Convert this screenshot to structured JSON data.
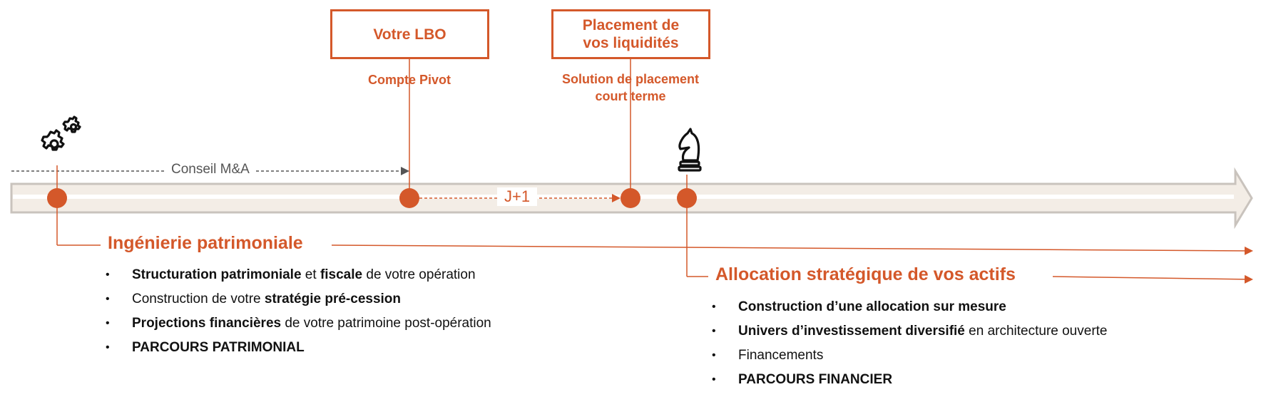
{
  "boxes": {
    "lbo": {
      "title": "Votre LBO",
      "subtitle": "Compte Pivot"
    },
    "placement": {
      "title_line1": "Placement de",
      "title_line2": "vos liquidités",
      "subtitle_line1": "Solution de placement",
      "subtitle_line2": "court terme"
    }
  },
  "timeline": {
    "conseil_label": "Conseil M&A",
    "j_label": "J+1"
  },
  "ingenierie": {
    "heading": "Ingénierie patrimoniale",
    "items": [
      {
        "b1": "Structuration patrimoniale",
        "t1": " et ",
        "b2": "fiscale",
        "t2": " de votre opération"
      },
      {
        "t1": "Construction de votre ",
        "b1": "stratégie pré-cession"
      },
      {
        "b1": "Projections financières",
        "t1": " de votre patrimoine post-opération"
      },
      {
        "b1": "PARCOURS PATRIMONIAL"
      }
    ]
  },
  "allocation": {
    "heading": "Allocation stratégique de vos actifs",
    "items": [
      {
        "b1": "Construction d’une allocation sur mesure"
      },
      {
        "b1": "Univers d’investissement diversifié",
        "t1": " en architecture ouverte"
      },
      {
        "t1": "Financements"
      },
      {
        "b1": "PARCOURS FINANCIER"
      }
    ]
  },
  "icons": {
    "left": "gears-icon",
    "right": "chess-knight-icon"
  },
  "colors": {
    "accent": "#d4582a",
    "arrow_fill": "#f3ede6",
    "arrow_border": "#c9c3bd",
    "text": "#111111",
    "muted": "#555555"
  }
}
